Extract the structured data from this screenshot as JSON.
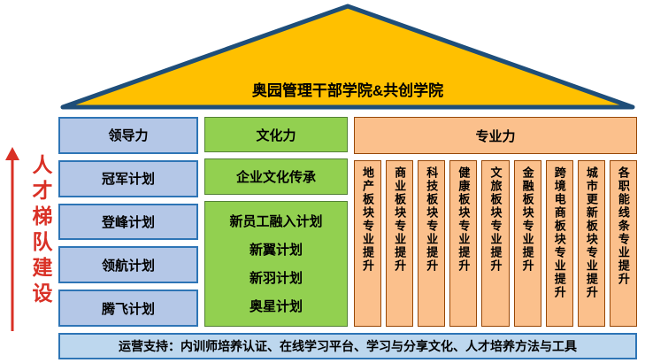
{
  "roof": {
    "title": "奥园管理干部学院&共创学院"
  },
  "left_label": {
    "text": "人才梯队建设"
  },
  "leadership_column": {
    "header": "领导力",
    "items": [
      "冠军计划",
      "登峰计划",
      "领航计划",
      "腾飞计划"
    ]
  },
  "culture_column": {
    "header": "文化力",
    "item": "企业文化传承",
    "group_items": [
      "新员工融入计划",
      "新翼计划",
      "新羽计划",
      "奥星计划"
    ]
  },
  "professional_column": {
    "header": "专业力",
    "items": [
      "地产板块专业提升",
      "商业板块专业提升",
      "科技板块专业提升",
      "健康板块专业提升",
      "文旅板块专业提升",
      "金融板块专业提升",
      "跨境电商板块专业提升",
      "城市更新板块专业提升",
      "各职能线条专业提升"
    ]
  },
  "footer": {
    "text": "运营支持：内训师培养认证、在线学习平台、学习与分享文化、人才培养方法与工具"
  },
  "colors": {
    "roof_fill": "#FFC000",
    "roof_border": "#1F4E79",
    "blue_fill": "#B4C7E7",
    "blue_border": "#2E75B6",
    "green_fill": "#92D050",
    "green_border": "#538135",
    "peach_fill": "#FBC08C",
    "peach_border": "#974706",
    "footer_fill": "#BDD7EE",
    "footer_border": "#2E75B6",
    "accent_red": "#D93025"
  }
}
